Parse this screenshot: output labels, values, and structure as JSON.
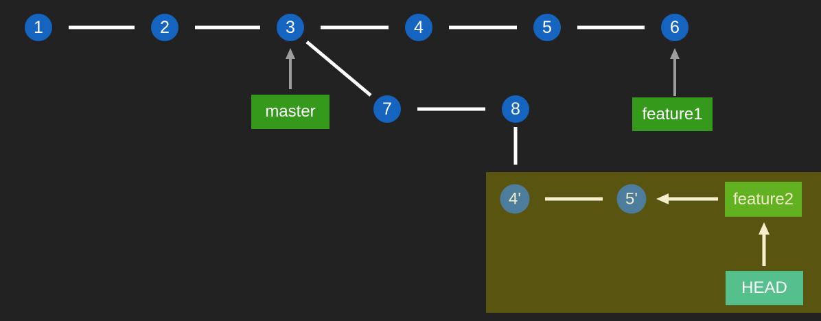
{
  "diagram": {
    "title": "git commit graph with rebase highlight",
    "commits": [
      {
        "label": "1"
      },
      {
        "label": "2"
      },
      {
        "label": "3"
      },
      {
        "label": "4"
      },
      {
        "label": "5"
      },
      {
        "label": "6"
      },
      {
        "label": "7"
      },
      {
        "label": "8"
      }
    ],
    "rebased_commits": [
      {
        "label": "4'"
      },
      {
        "label": "5'"
      }
    ],
    "branch_labels": {
      "master": "master",
      "feature1": "feature1",
      "feature2": "feature2",
      "head": "HEAD"
    },
    "colors": {
      "background": "#222222",
      "commit_blue": "#1565c0",
      "commit_text": "#ffffff",
      "branch_green": "#35991c",
      "feature2_green": "#61b121",
      "head_teal": "#55c08c",
      "highlight_olive": "#5a5411",
      "connector_white": "#ffffff",
      "connector_cream": "#f4eecd",
      "arrow_gray": "#9e9e9e",
      "rebased_circle": "#4d7d9c",
      "rebased_text": "#f2ecca"
    }
  }
}
